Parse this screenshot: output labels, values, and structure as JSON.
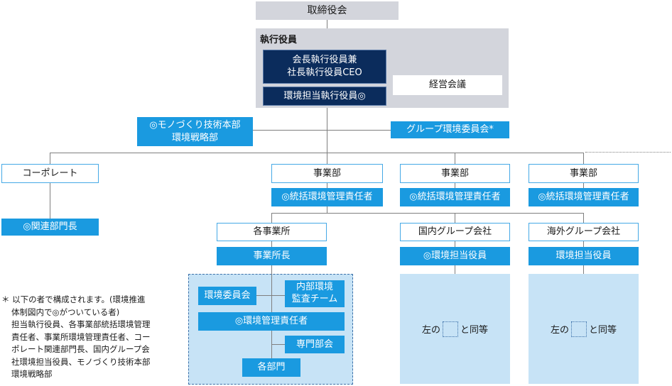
{
  "board": "取締役会",
  "executives": {
    "title": "執行役員",
    "chairman_line1": "会長執行役員兼",
    "chairman_line2": "社長執行役員CEO",
    "env_officer": "環境担当執行役員◎",
    "management_meeting": "経営会議"
  },
  "monozukuri": {
    "line1": "◎モノづくり技術本部",
    "line2": "環境戦略部"
  },
  "group_env_committee": "グループ環境委員会*",
  "corporate": {
    "title": "コーポレート",
    "head": "◎関連部門長"
  },
  "divisions": [
    {
      "title": "事業部",
      "manager": "◎統括環境管理責任者"
    },
    {
      "title": "事業部",
      "manager": "◎統括環境管理責任者"
    },
    {
      "title": "事業部",
      "manager": "◎統括環境管理責任者"
    }
  ],
  "sites": {
    "title": "各事業所",
    "head": "事業所長",
    "env_committee": "環境委員会",
    "audit_team_line1": "内部環境",
    "audit_team_line2": "監査チーム",
    "env_manager": "◎環境管理責任者",
    "expert_committee": "専門部会",
    "departments": "各部門"
  },
  "domestic": {
    "title": "国内グループ会社",
    "officer": "◎環境担当役員",
    "same_left": "左の",
    "same_right": "と同等"
  },
  "overseas": {
    "title": "海外グループ会社",
    "officer": "環境担当役員",
    "same_left": "左の",
    "same_right": "と同等"
  },
  "note": {
    "line1": "＊ 以下の者で構成されます。(環境推進",
    "line2": "体制図内で◎がついている者)",
    "line3": "担当執行役員、各事業部統括環境管理",
    "line4": "責任者、事業所環境管理責任者、コー",
    "line5": "ポレート関連部門長、国内グループ会",
    "line6": "社環境担当役員、モノづくり技術本部",
    "line7": "環境戦略部"
  }
}
